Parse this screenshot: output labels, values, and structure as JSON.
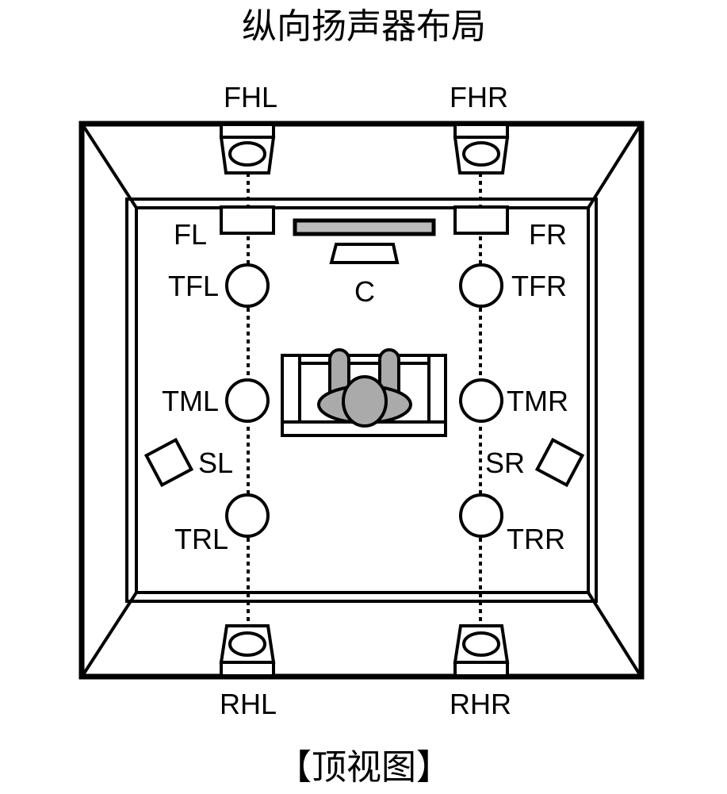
{
  "title": "纵向扬声器布局",
  "caption": "【顶视图】",
  "colors": {
    "line": "#000000",
    "screen": "#bbbbbb",
    "listener": "#aaaaaa"
  },
  "speakers": {
    "FHL": "FHL",
    "FHR": "FHR",
    "FL": "FL",
    "FR": "FR",
    "C": "C",
    "TFL": "TFL",
    "TFR": "TFR",
    "TML": "TML",
    "TMR": "TMR",
    "SL": "SL",
    "SR": "SR",
    "TRL": "TRL",
    "TRR": "TRR",
    "RHL": "RHL",
    "RHR": "RHR"
  }
}
